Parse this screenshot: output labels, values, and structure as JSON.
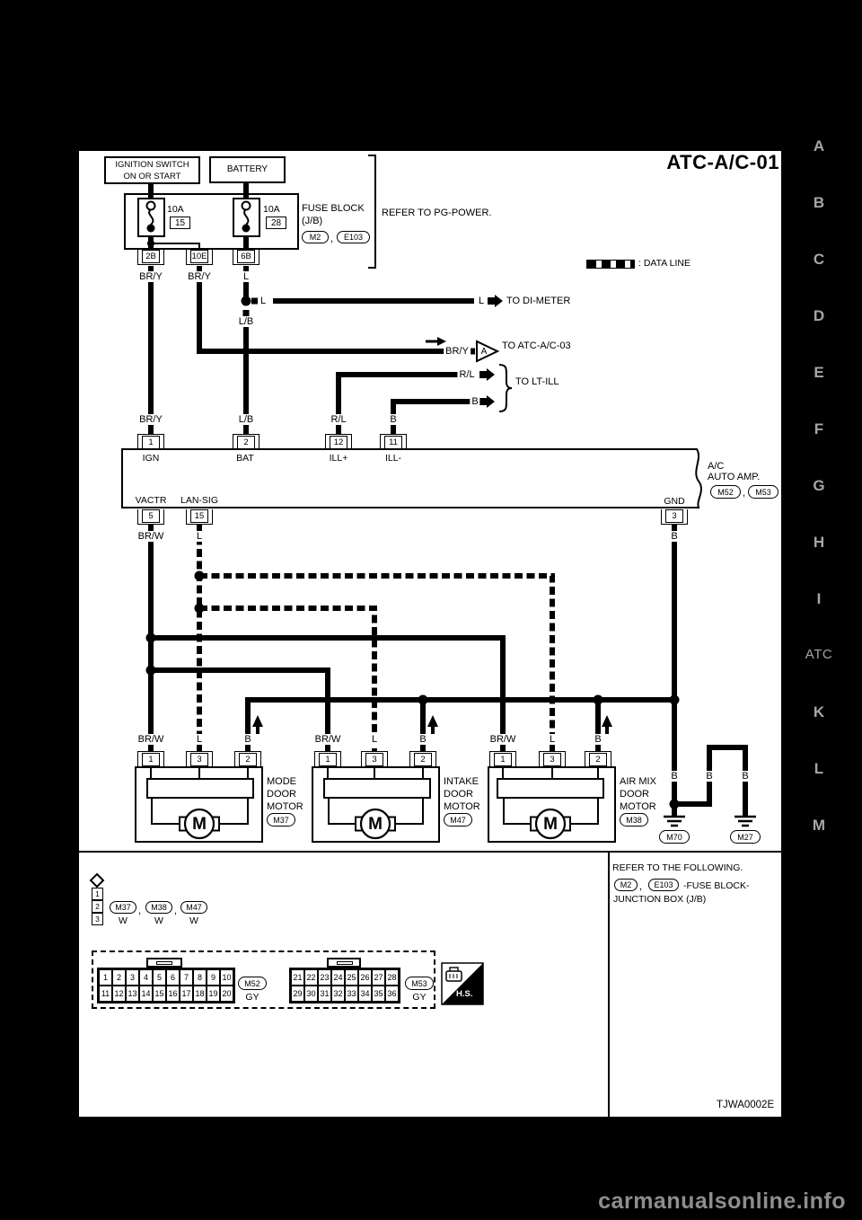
{
  "title": "ATC-A/C-01",
  "legend": {
    "label": ": DATA LINE"
  },
  "power": {
    "ignition_line1": "IGNITION SWITCH",
    "ignition_line2": "ON OR START",
    "battery": "BATTERY",
    "fuse1_amp": "10A",
    "fuse1_num": "15",
    "fuse2_amp": "10A",
    "fuse2_num": "28",
    "fuse_block_line1": "FUSE BLOCK",
    "fuse_block_line2": "(J/B)",
    "conn_m2": "M2",
    "conn_e103": "E103",
    "refer": "REFER TO PG-POWER.",
    "terms": [
      "2B",
      "10E",
      "6B"
    ]
  },
  "routes": {
    "di_meter": "TO DI-METER",
    "atc03_ref": "A",
    "atc03": "TO ATC-A/C-03",
    "ltill": "TO LT-ILL"
  },
  "wire_labels": {
    "bry": "BR/Y",
    "l": "L",
    "lb": "L/B",
    "rl": "R/L",
    "b": "B",
    "brw": "BR/W"
  },
  "amp": {
    "terms_top": [
      "1",
      "2",
      "12",
      "11"
    ],
    "pins_top": [
      "IGN",
      "BAT",
      "ILL+",
      "ILL-"
    ],
    "pins_bottom": [
      "VACTR",
      "LAN-SIG",
      "GND"
    ],
    "terms_bottom": [
      "5",
      "15",
      "3"
    ],
    "name1": "A/C",
    "name2": "AUTO AMP.",
    "conn1": "M52",
    "conn2": "M53"
  },
  "motors": [
    {
      "name1": "MODE",
      "name2": "DOOR",
      "name3": "MOTOR",
      "conn": "M37",
      "terms": [
        "1",
        "3",
        "2"
      ],
      "symbol": "M"
    },
    {
      "name1": "INTAKE",
      "name2": "DOOR",
      "name3": "MOTOR",
      "conn": "M47",
      "terms": [
        "1",
        "3",
        "2"
      ],
      "symbol": "M"
    },
    {
      "name1": "AIR MIX",
      "name2": "DOOR",
      "name3": "MOTOR",
      "conn": "M38",
      "terms": [
        "1",
        "3",
        "2"
      ],
      "symbol": "M"
    }
  ],
  "grounds": {
    "g1": "M70",
    "g2": "M27"
  },
  "footer": {
    "key_cells": [
      "1",
      "2",
      "3"
    ],
    "key_conns": [
      "M37",
      "M38",
      "M47"
    ],
    "key_wire": "W",
    "m52": {
      "label": "M52",
      "color": "GY",
      "cells": [
        "1",
        "2",
        "3",
        "4",
        "5",
        "6",
        "7",
        "8",
        "9",
        "10",
        "11",
        "12",
        "13",
        "14",
        "15",
        "16",
        "17",
        "18",
        "19",
        "20"
      ]
    },
    "m53": {
      "label": "M53",
      "color": "GY",
      "cells": [
        "21",
        "22",
        "23",
        "24",
        "25",
        "26",
        "27",
        "28",
        "29",
        "30",
        "31",
        "32",
        "33",
        "34",
        "35",
        "36"
      ]
    },
    "hs": "H.S.",
    "refer1": "REFER TO THE FOLLOWING.",
    "refer_conn1": "M2",
    "refer_conn2": "E103",
    "refer2": "-FUSE BLOCK-",
    "refer3": "JUNCTION BOX (J/B)",
    "code": "TJWA0002E"
  },
  "sidebar": [
    "A",
    "B",
    "C",
    "D",
    "E",
    "F",
    "G",
    "H",
    "I",
    "ATC",
    "K",
    "L",
    "M"
  ],
  "watermark": "carmanualsonline.info",
  "misc": {
    "comma": ","
  }
}
